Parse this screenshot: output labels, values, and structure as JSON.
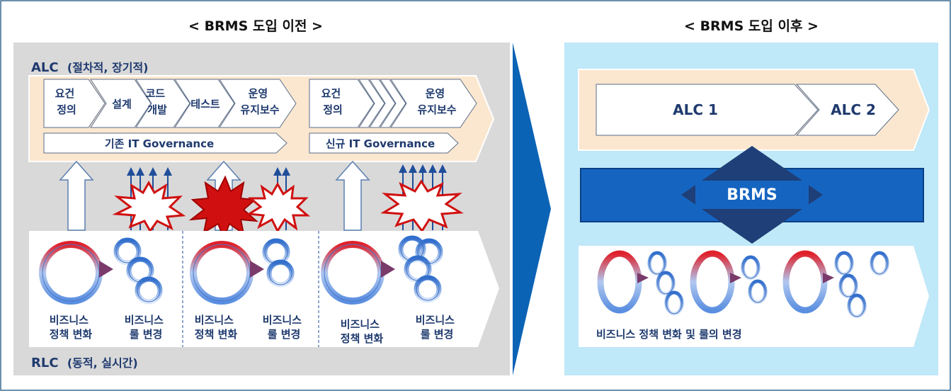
{
  "before": {
    "title": "< BRMS 도입 이전 >",
    "alc_label": "ALC",
    "alc_sub": "(절차적, 장기적)",
    "steps_a": [
      [
        "요건",
        "정의"
      ],
      [
        "설계"
      ],
      [
        "코드",
        "개발"
      ],
      [
        "테스트"
      ],
      [
        "운영",
        "유지보수"
      ]
    ],
    "steps_b": [
      [
        "요건",
        "정의"
      ],
      [
        "운영",
        "유지보수"
      ]
    ],
    "gov_existing": "기존 IT Governance",
    "gov_new": "신규 IT Governance",
    "rlc_label": "RLC",
    "rlc_sub": "(동적, 실시간)",
    "rlc_items": [
      [
        "비즈니스",
        "정책 변화"
      ],
      [
        "비즈니스",
        "룰 변경"
      ],
      [
        "비즈니스",
        "정책 변화"
      ],
      [
        "비즈니스",
        "룰 변경"
      ],
      [
        "비즈니스",
        "정책 변화"
      ],
      [
        "비즈니스",
        "룰 변경"
      ]
    ]
  },
  "after": {
    "title": "< BRMS 도입 이후 >",
    "alc1": "ALC 1",
    "alc2": "ALC 2",
    "brms": "BRMS",
    "caption": "비즈니스 정책 변화 및 룰의 변경"
  },
  "colors": {
    "frame_border": "#3f6b8f",
    "before_bg": "#d9d9d9",
    "after_bg": "#bfe8f8",
    "band": "#fbe7cf",
    "arrow_blue": "#0b63b5",
    "brms_box": "#1565c0",
    "brms_diamond": "#1f3f78",
    "text": "#1f3a6e",
    "burst_red": "#d01010",
    "burst_dark": "#a00000"
  }
}
